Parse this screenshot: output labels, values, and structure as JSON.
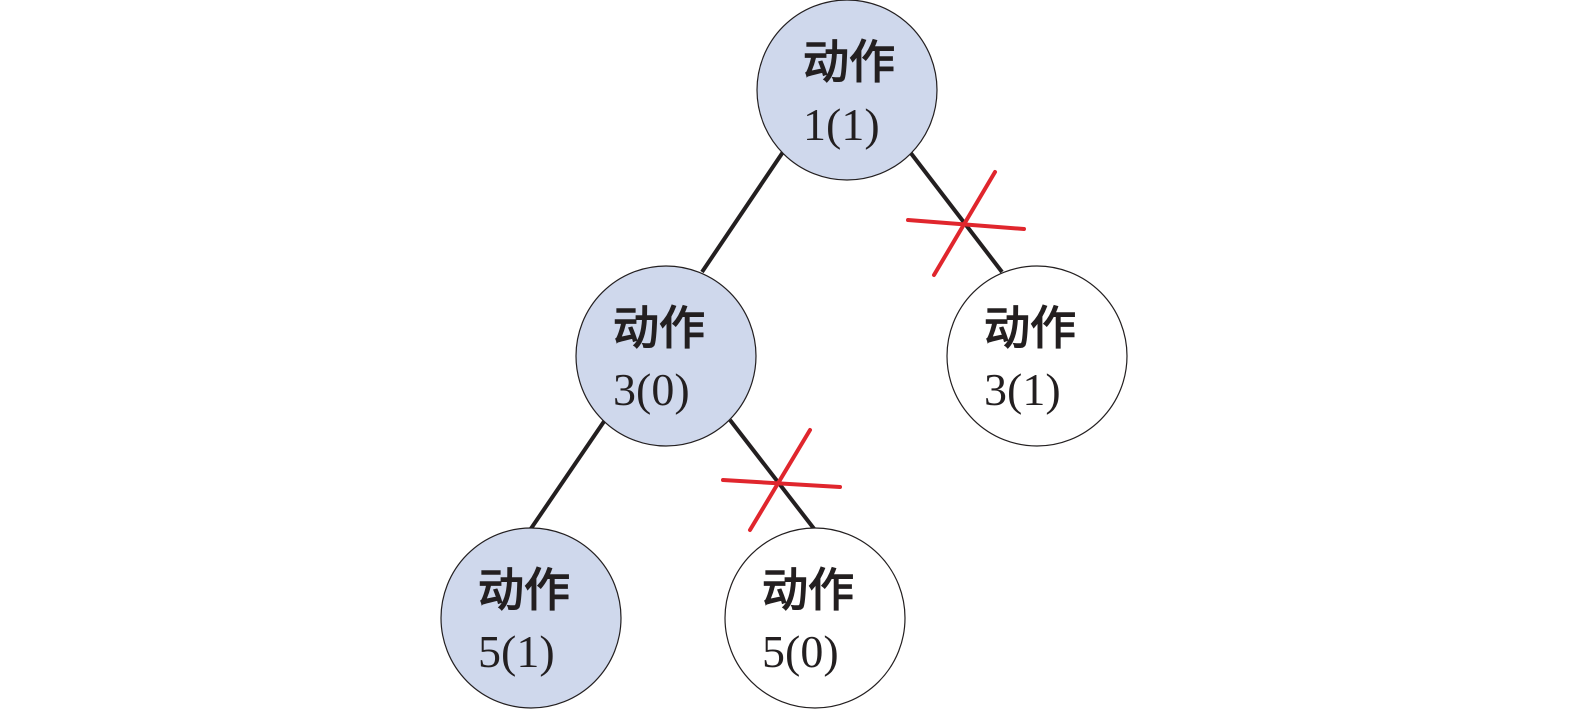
{
  "colors": {
    "selected_fill": "#cfd8ec",
    "unselected_fill": "#ffffff",
    "edge": "#231f20",
    "prune_mark": "#e0262d"
  },
  "tree": {
    "nodes": [
      {
        "id": "root",
        "label": "动作",
        "value": "1(1)",
        "selected": true
      },
      {
        "id": "left",
        "label": "动作",
        "value": "3(0)",
        "selected": true
      },
      {
        "id": "right",
        "label": "动作",
        "value": "3(1)",
        "selected": false
      },
      {
        "id": "left-left",
        "label": "动作",
        "value": "5(1)",
        "selected": true
      },
      {
        "id": "left-right",
        "label": "动作",
        "value": "5(0)",
        "selected": false
      }
    ],
    "edges": [
      {
        "from": "root",
        "to": "left",
        "pruned": false
      },
      {
        "from": "root",
        "to": "right",
        "pruned": true
      },
      {
        "from": "left",
        "to": "left-left",
        "pruned": false
      },
      {
        "from": "left",
        "to": "left-right",
        "pruned": true
      }
    ]
  }
}
